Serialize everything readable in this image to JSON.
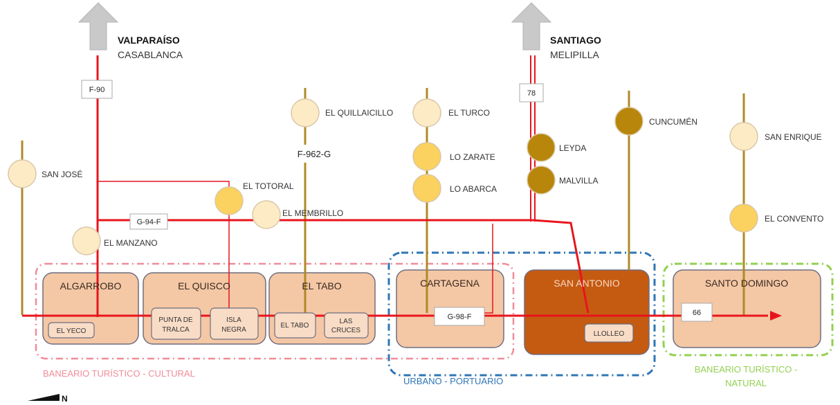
{
  "destinations": {
    "north_left": {
      "line1": "VALPARAÍSO",
      "line2": "CASABLANCA"
    },
    "north_right": {
      "line1": "SANTIAGO",
      "line2": "MELIPILLA"
    }
  },
  "roads": {
    "f90": "F-90",
    "r78": "78",
    "f962g": "F-962-G",
    "g94f": "G-94-F",
    "g98f": "G-98-F",
    "r66": "66"
  },
  "localities": {
    "san_jose": "SAN JOSÉ",
    "el_manzano": "EL MANZANO",
    "el_totoral": "EL TOTORAL",
    "el_membrillo": "EL MEMBRILLO",
    "el_quillaicillo": "EL QUILLAICILLO",
    "el_turco": "EL TURCO",
    "lo_zarate": "LO ZARATE",
    "lo_abarca": "LO ABARCA",
    "leyda": "LEYDA",
    "malvilla": "MALVILLA",
    "cucumen": "CUNCUMÉN",
    "san_enrique": "SAN ENRIQUE",
    "el_convento": "EL CONVENTO"
  },
  "cities": {
    "algarrobo": "ALGARROBO",
    "el_quisco": "EL QUISCO",
    "el_tabo": "EL TABO",
    "cartagena": "CARTAGENA",
    "san_antonio": "SAN ANTONIO",
    "santo_domingo": "SANTO DOMINGO"
  },
  "sub_areas": {
    "el_yeco": "EL YECO",
    "punta_tralca": [
      "PUNTA DE",
      "TRALCA"
    ],
    "isla_negra": [
      "ISLA",
      "NEGRA"
    ],
    "el_tabo_sub": "EL TABO",
    "las_cruces": [
      "LAS",
      "CRUCES"
    ],
    "llolleo": "LLOLLEO"
  },
  "zones": {
    "cultural": "BANEARIO TURÍSTICO - CULTURAL",
    "urbano": "URBANO - PORTUARIO",
    "natural": [
      "BANEARIO TURÍSTICO -",
      "NATURAL"
    ]
  },
  "compass": "N",
  "colors": {
    "road_red": "#e8141c",
    "secondary_road": "#b08a26",
    "city_fill": "#f4c7a5",
    "san_antonio_fill": "#c55a11",
    "zone_pink": "#f08c98",
    "zone_blue": "#2e75b6",
    "zone_green": "#92d050"
  }
}
